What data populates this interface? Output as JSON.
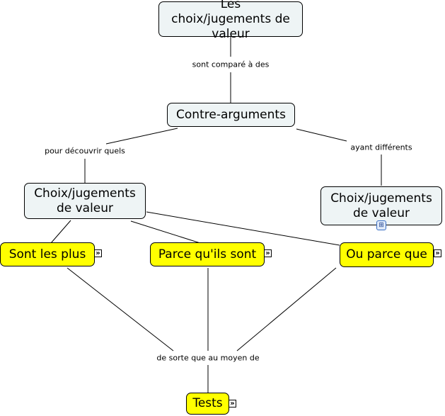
{
  "concepts": {
    "top": "Les choix/jugements de valeur",
    "contre": "Contre-arguments",
    "choix_left": "Choix/jugements de valeur",
    "choix_right": "Choix/jugements de valeur",
    "sont_plus": "Sont les plus",
    "parce": "Parce qu'ils sont",
    "ou_parce": "Ou parce que",
    "tests": "Tests"
  },
  "links": {
    "compare": "sont comparé à des",
    "decouvrir": "pour découvrir quels",
    "differents": "ayant différents",
    "sorte": "de sorte que au moyen de"
  },
  "icons": {
    "more": "»",
    "submap": "⊞"
  },
  "colors": {
    "concept_bg": "#eef4f5",
    "highlight_bg": "#ffff00"
  }
}
